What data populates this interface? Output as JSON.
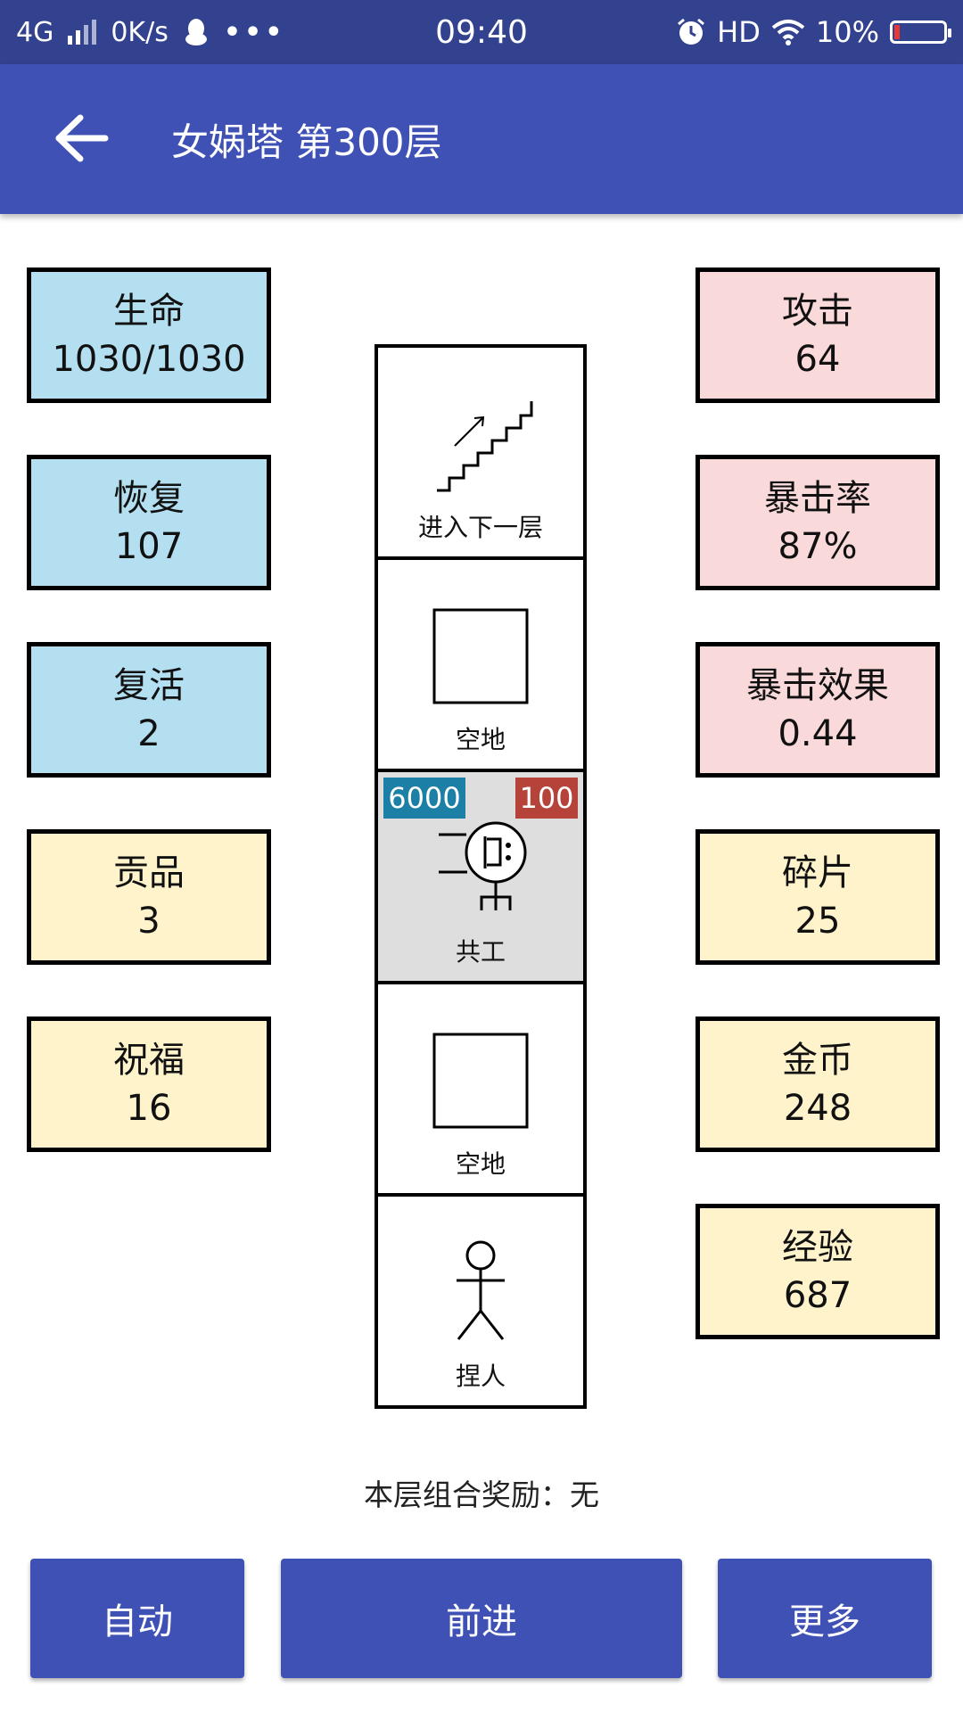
{
  "status_bar": {
    "network": "4G",
    "speed": "0K/s",
    "dots": "•••",
    "time": "09:40",
    "hd": "HD",
    "battery": "10%"
  },
  "app_bar": {
    "title": "女娲塔 第300层"
  },
  "stats_left": [
    {
      "label": "生命",
      "value": "1030/1030"
    },
    {
      "label": "恢复",
      "value": "107"
    },
    {
      "label": "复活",
      "value": "2"
    },
    {
      "label": "贡品",
      "value": "3"
    },
    {
      "label": "祝福",
      "value": "16"
    }
  ],
  "stats_right": [
    {
      "label": "攻击",
      "value": "64"
    },
    {
      "label": "暴击率",
      "value": "87%"
    },
    {
      "label": "暴击效果",
      "value": "0.44"
    },
    {
      "label": "碎片",
      "value": "25"
    },
    {
      "label": "金币",
      "value": "248"
    },
    {
      "label": "经验",
      "value": "687"
    }
  ],
  "tower": {
    "cells": [
      {
        "caption": "进入下一层",
        "icon": "stairs-icon"
      },
      {
        "caption": "空地",
        "icon": "empty-square-icon"
      },
      {
        "caption": "共工",
        "icon": "enemy-icon",
        "hp": "6000",
        "atk": "100"
      },
      {
        "caption": "空地",
        "icon": "empty-square-icon"
      },
      {
        "caption": "捏人",
        "icon": "player-stickman-icon"
      }
    ]
  },
  "bonus_text": "本层组合奖励：无",
  "buttons": {
    "auto": "自动",
    "forward": "前进",
    "more": "更多"
  },
  "colors": {
    "status_bar": "#33428f",
    "app_bar": "#3f51b5",
    "stat_blue": "#b3dff1",
    "stat_pink": "#f9d9d9",
    "stat_yellow": "#fff3cc",
    "badge_hp": "#1b7fa6",
    "badge_atk": "#b5433a"
  }
}
